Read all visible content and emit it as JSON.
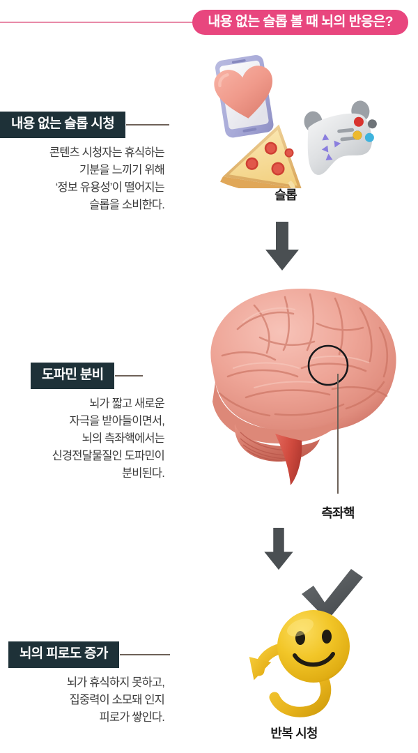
{
  "title": {
    "text": "내용 없는 슬롭 볼 때 뇌의 반응은?",
    "pill_color": "#e8467e",
    "rule_color": "#e88aa8"
  },
  "theme": {
    "label_box_color": "#1e3138",
    "label_text_color": "#ffffff",
    "body_text_color": "#3b3b3b",
    "connector_color": "#6d6158",
    "arrow_color": "#4a4f52",
    "brain_color": "#eda396",
    "smiley_color": "#f0c325",
    "check_color": "#55585a",
    "background": "#ffffff"
  },
  "steps": [
    {
      "label": "내용 없는 슬롭 시청",
      "body": [
        "콘텐츠 시청자는 휴식하는",
        "기분을 느끼기 위해",
        "‘정보 유용성’이 떨어지는",
        "슬롭을 소비한다."
      ],
      "figure_caption": "슬롭",
      "figure_icon": "slop-media-icons"
    },
    {
      "label": "도파민 분비",
      "body": [
        "뇌가 짧고 새로운",
        "자극을 받아들이면서,",
        "뇌의 측좌핵에서는",
        "신경전달물질인 도파민이",
        "분비된다."
      ],
      "figure_caption": "측좌핵",
      "figure_icon": "brain-illustration"
    },
    {
      "label": "뇌의 피로도 증가",
      "body": [
        "뇌가 휴식하지 못하고,",
        "집중력이 소모돼 인지",
        "피로가 쌓인다."
      ],
      "figure_caption": "반복 시청",
      "figure_icon": "smiley-repeat-check"
    }
  ],
  "arrows": [
    {
      "name": "arrow-slop-to-brain",
      "direction": "down"
    },
    {
      "name": "arrow-brain-to-repeat",
      "direction": "down"
    }
  ]
}
